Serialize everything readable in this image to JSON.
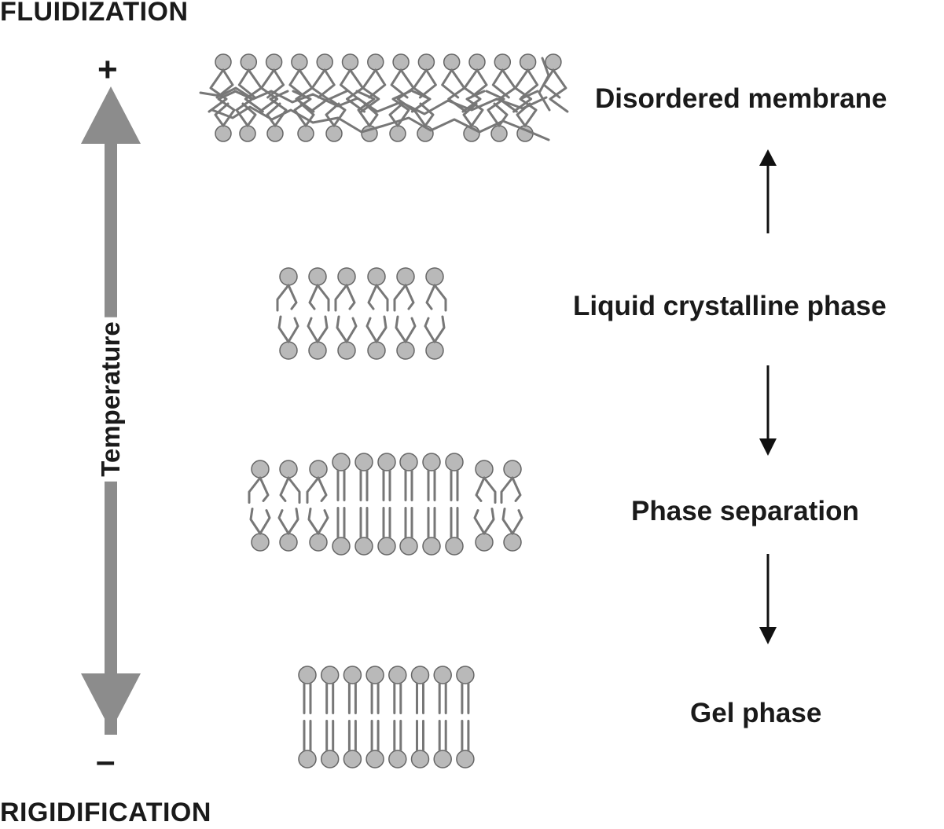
{
  "labels": {
    "top": "FLUIDIZATION",
    "bottom": "RIGIDIFICATION",
    "plus": "+",
    "minus": "–",
    "axis": "Temperature"
  },
  "phases": [
    {
      "label": "Disordered membrane",
      "state": "disordered"
    },
    {
      "label": "Liquid crystalline phase",
      "state": "liquid"
    },
    {
      "label": "Phase separation",
      "state": "separation"
    },
    {
      "label": "Gel phase",
      "state": "gel"
    }
  ],
  "colors": {
    "lipid_head": "#b9b9b9",
    "lipid_head_stroke": "#666666",
    "lipid_tail": "#777777",
    "axis_arrow": "#8c8c8c",
    "flow_arrow": "#111111"
  }
}
